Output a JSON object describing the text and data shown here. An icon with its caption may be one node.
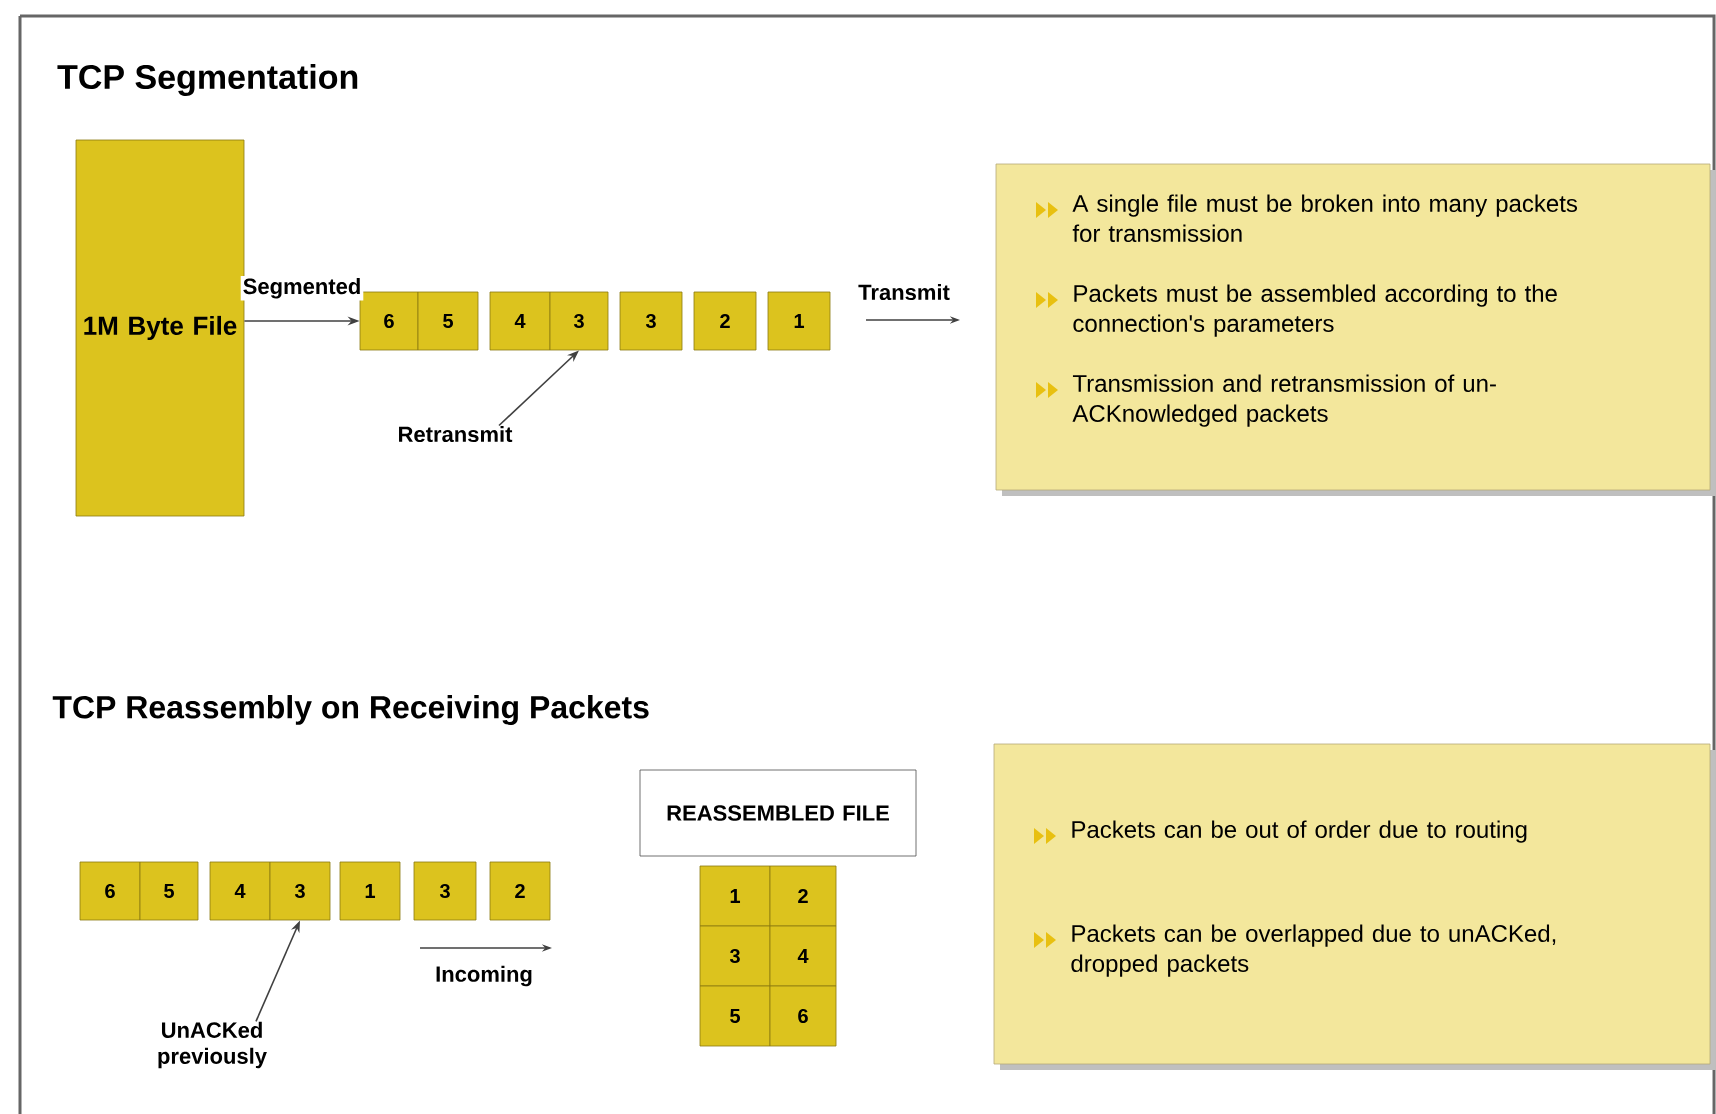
{
  "diagram": {
    "title": "TCP Segmentation",
    "nodes": [
      {
        "text": [
          "1M Byte File"
        ]
      },
      {
        "text": [
          "6"
        ]
      },
      {
        "text": [
          "5"
        ]
      },
      {
        "text": [
          "4"
        ]
      },
      {
        "text": [
          "3"
        ]
      },
      {
        "text": [
          "3"
        ]
      },
      {
        "text": [
          "2"
        ]
      },
      {
        "text": [
          "1"
        ]
      },
      {
        "text": [
          "Retransmit"
        ]
      },
      {
        "text": [
          "A single file must be broken into many packets for transmission",
          "Packets must be assembled according to the connection's parameters",
          "Transmission and retransmission of un-ACKnowledged packets"
        ]
      },
      {
        "text": [
          "6"
        ]
      },
      {
        "text": [
          "5"
        ]
      },
      {
        "text": [
          "4"
        ]
      },
      {
        "text": [
          "3"
        ]
      },
      {
        "text": [
          "1"
        ]
      },
      {
        "text": [
          "3"
        ]
      },
      {
        "text": [
          "2"
        ]
      },
      {
        "text": [
          "UnACKed previously"
        ]
      },
      {
        "text": [
          "REASSEMBLED FILE"
        ]
      },
      {
        "text": [
          "1"
        ]
      },
      {
        "text": [
          "2"
        ]
      },
      {
        "text": [
          "3"
        ]
      },
      {
        "text": [
          "4"
        ]
      },
      {
        "text": [
          "5"
        ]
      },
      {
        "text": [
          "6"
        ]
      },
      {
        "text": [
          "Packets can be out of order due to routing",
          "Packets can be overlapped due to unACKed, dropped packets"
        ]
      }
    ],
    "edges": [
      {
        "from": 0,
        "to": 1,
        "arrow": "to",
        "label": "Segmented"
      },
      {
        "from": 8,
        "to": 4,
        "arrow": "to"
      },
      {
        "from": 17,
        "to": 13,
        "arrow": "to"
      }
    ],
    "labels": [
      "Transmit",
      "TCP Reassembly on Receiving Packets",
      "Incoming"
    ]
  }
}
